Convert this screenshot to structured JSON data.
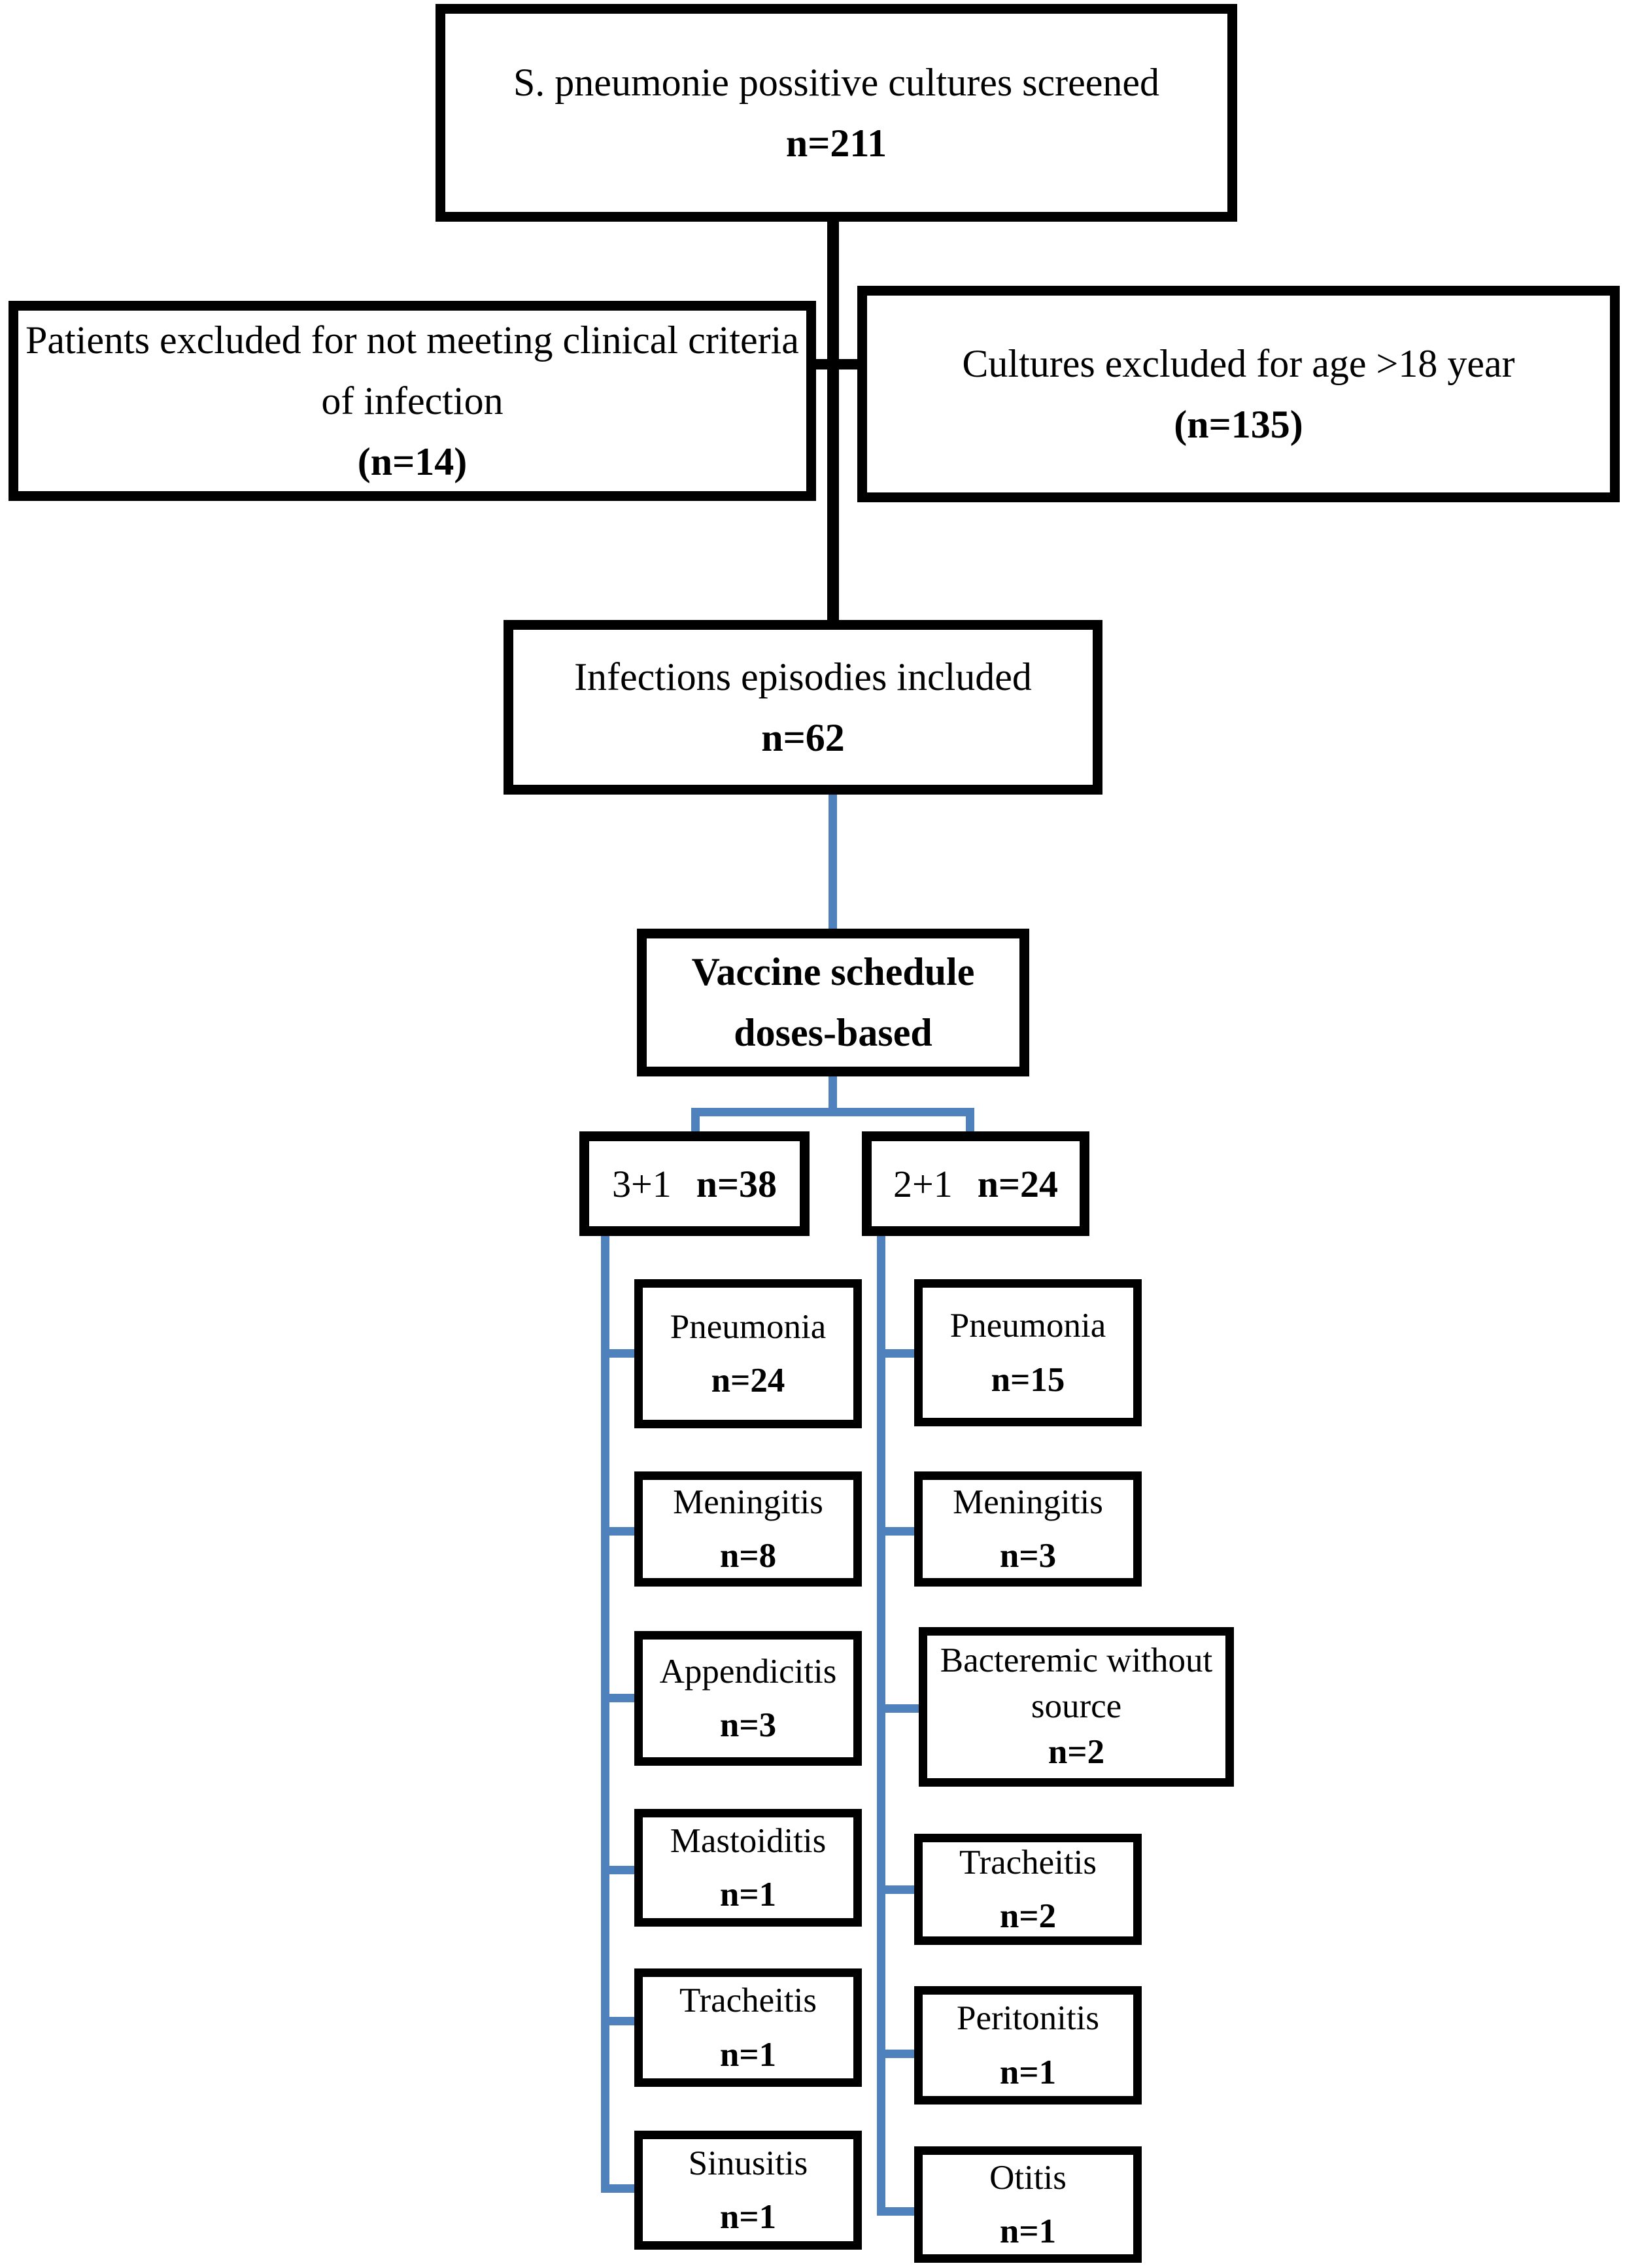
{
  "colors": {
    "line_blue": "#4F81BD",
    "line_black": "#000000"
  },
  "flowchart": {
    "screened": {
      "text": "S. pneumonie possitive cultures screened",
      "n": "n=211"
    },
    "excl_clinical": {
      "text": "Patients excluded for not meeting clinical criteria of infection",
      "n": "(n=14)"
    },
    "excl_age": {
      "text": "Cultures excluded for age >18 year",
      "n": "(n=135)"
    },
    "included": {
      "text": "Infections episodies included",
      "n": "n=62"
    },
    "vaccine": {
      "line1": "Vaccine schedule",
      "line2": "doses-based"
    },
    "schedule_31": {
      "label": "3+1",
      "n": "n=38"
    },
    "schedule_21": {
      "label": "2+1",
      "n": "n=24"
    },
    "col_31": [
      {
        "text": "Pneumonia",
        "n": "n=24"
      },
      {
        "text": "Meningitis",
        "n": "n=8"
      },
      {
        "text": "Appendicitis",
        "n": "n=3"
      },
      {
        "text": "Mastoiditis",
        "n": "n=1"
      },
      {
        "text": "Tracheitis",
        "n": "n=1"
      },
      {
        "text": "Sinusitis",
        "n": "n=1"
      }
    ],
    "col_21": [
      {
        "text": "Pneumonia",
        "n": "n=15"
      },
      {
        "text": "Meningitis",
        "n": "n=3"
      },
      {
        "text": "Bacteremic without source",
        "n": "n=2"
      },
      {
        "text": "Tracheitis",
        "n": "n=2"
      },
      {
        "text": "Peritonitis",
        "n": "n=1"
      },
      {
        "text": "Otitis",
        "n": "n=1"
      }
    ]
  }
}
